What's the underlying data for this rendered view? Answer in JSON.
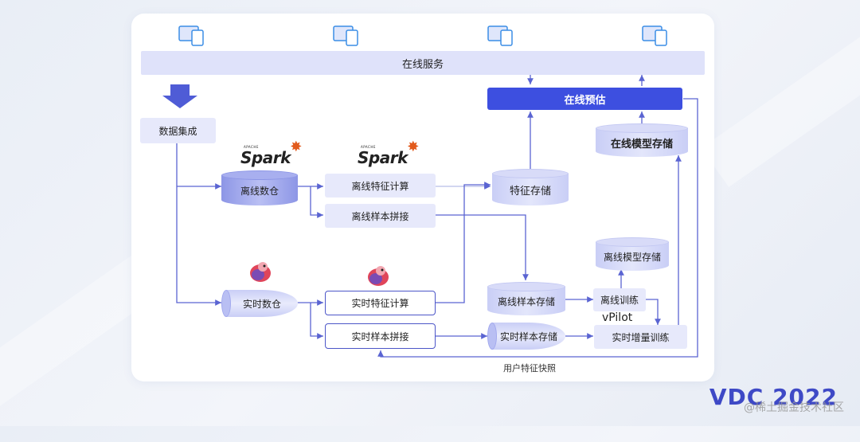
{
  "diagram": {
    "online_service": "在线服务",
    "online_predict": "在线预估",
    "online_model_storage": "在线模型存储",
    "data_integration": "数据集成",
    "offline_warehouse": "离线数仓",
    "realtime_warehouse": "实时数仓",
    "offline_feature_compute": "离线特征计算",
    "offline_sample_join": "离线样本拼接",
    "realtime_feature_compute": "实时特征计算",
    "realtime_sample_join": "实时样本拼接",
    "feature_storage": "特征存储",
    "offline_sample_storage": "离线样本存储",
    "realtime_sample_storage": "实时样本存储",
    "offline_model_storage": "离线模型存储",
    "offline_training": "离线训练",
    "realtime_incremental_training": "实时增量训练",
    "vpilot_label": "vPilot",
    "user_feature_snapshot": "用户特征快照",
    "spark_logo_text": "Spark",
    "apache_text": "APACHE",
    "accent_color": "#3d4fe0",
    "device_icon": "tablet-phone-icon",
    "flink_icon": "flink-squirrel-icon"
  },
  "brand": {
    "logo_text": "VDC 2022",
    "watermark": "@稀土掘金技术社区"
  }
}
